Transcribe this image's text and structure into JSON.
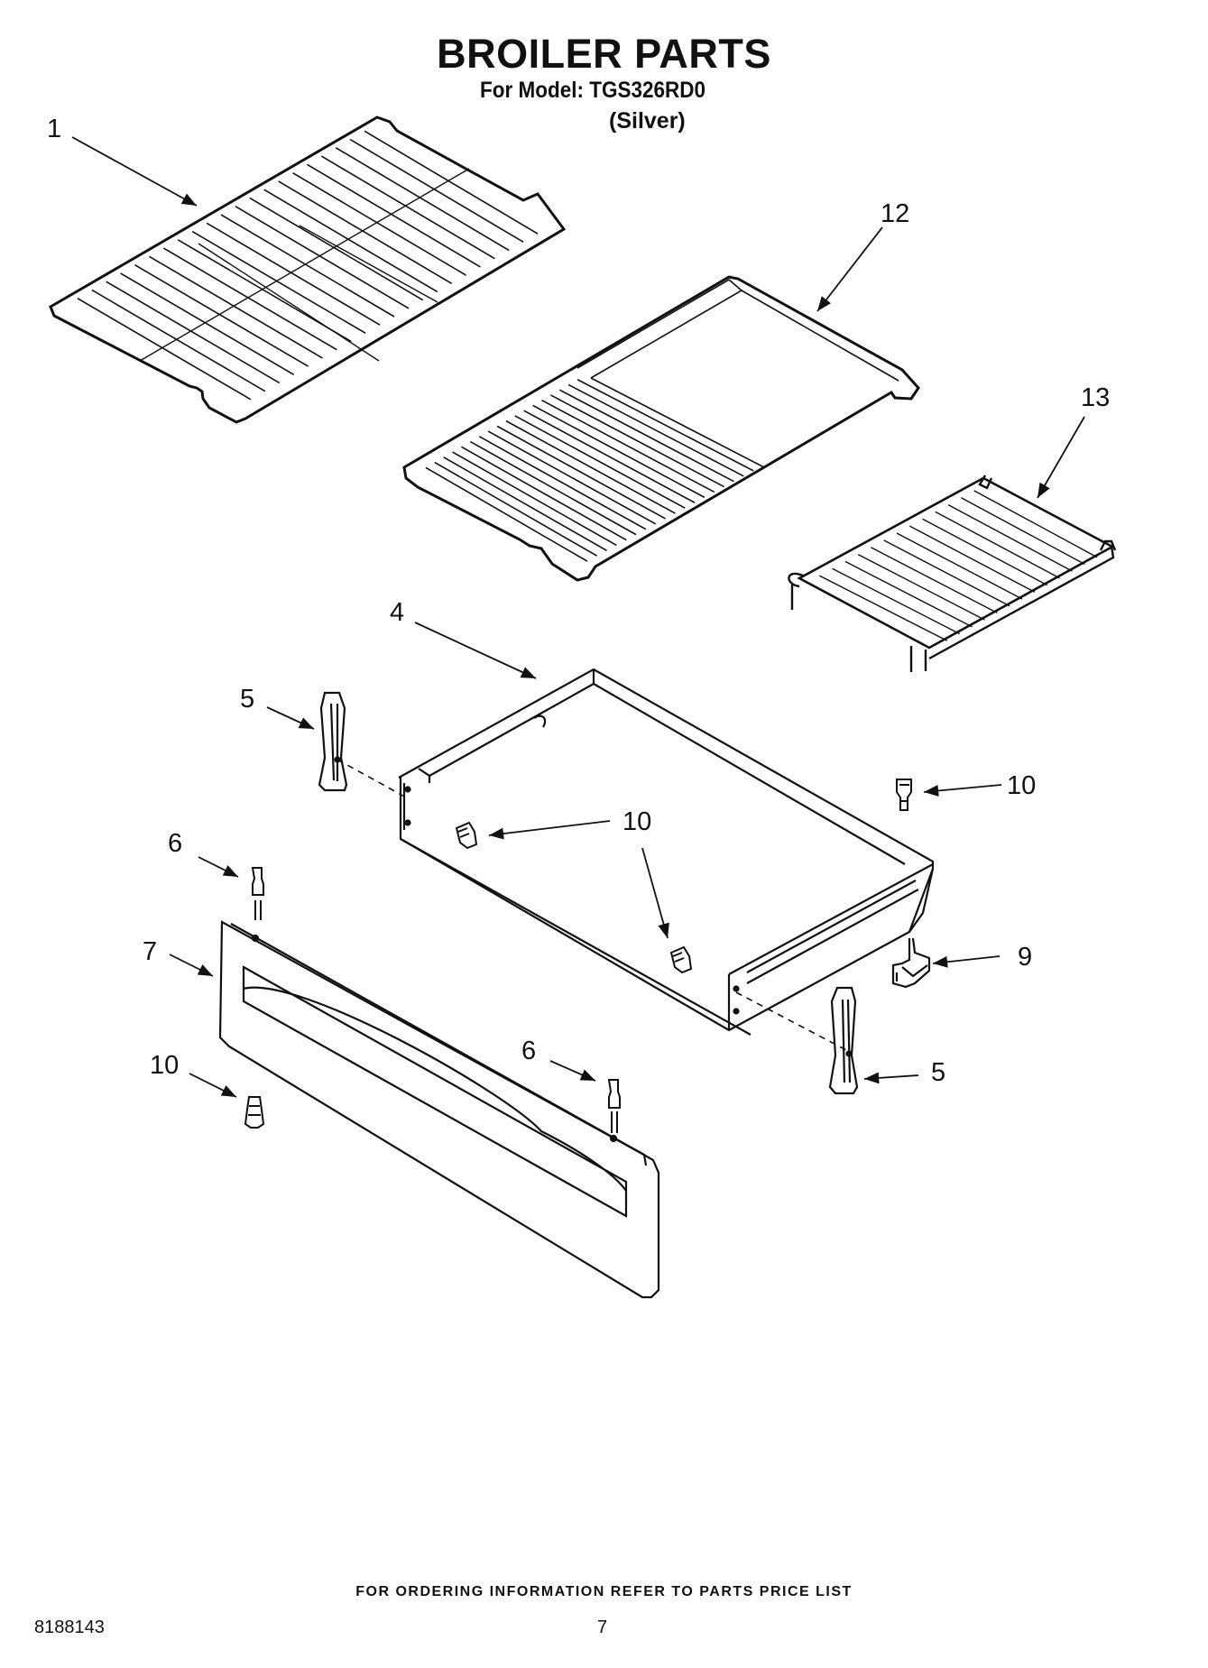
{
  "header": {
    "title": "BROILER PARTS",
    "model_line": "For Model: TGS326RD0",
    "variant": "(Silver)"
  },
  "callouts": {
    "c1": "1",
    "c12": "12",
    "c13": "13",
    "c4": "4",
    "c5_left": "5",
    "c5_right": "5",
    "c10_top_right": "10",
    "c10_center": "10",
    "c6_top": "6",
    "c6_bottom": "6",
    "c7": "7",
    "c9": "9",
    "c10_bottom_left": "10"
  },
  "footer": {
    "ordering_note": "FOR ORDERING INFORMATION REFER TO PARTS PRICE LIST",
    "doc_number": "8188143",
    "page_number": "7"
  }
}
